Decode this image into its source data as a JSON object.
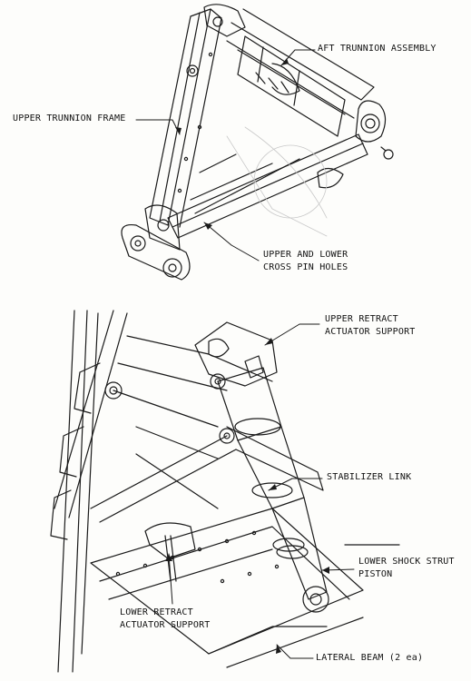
{
  "figure": {
    "colors": {
      "ink": "#1a1a1a",
      "paper": "#fdfdfb"
    },
    "labels": {
      "aft_trunnion_assembly": "AFT TRUNNION ASSEMBLY",
      "upper_trunnion_frame": "UPPER TRUNNION FRAME",
      "cross_pin_holes_line1": "UPPER AND LOWER",
      "cross_pin_holes_line2": "CROSS PIN HOLES",
      "upper_retract_line1": "UPPER RETRACT",
      "upper_retract_line2": "ACTUATOR SUPPORT",
      "stabilizer_link": "STABILIZER LINK",
      "lower_shock_line1": "LOWER SHOCK STRUT",
      "lower_shock_line2": "PISTON",
      "lower_retract_line1": "LOWER RETRACT",
      "lower_retract_line2": "ACTUATOR SUPPORT",
      "lateral_beam": "LATERAL BEAM (2 ea)"
    }
  }
}
